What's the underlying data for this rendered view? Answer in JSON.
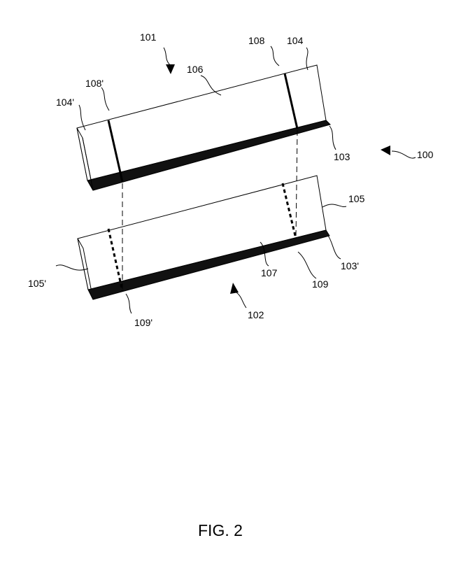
{
  "figure": {
    "caption": "FIG. 2",
    "labels": {
      "l100": "100",
      "l101": "101",
      "l102": "102",
      "l103": "103",
      "l103p": "103'",
      "l104": "104",
      "l104p": "104'",
      "l105": "105",
      "l105p": "105'",
      "l106": "106",
      "l107": "107",
      "l108": "108",
      "l108p": "108'",
      "l109": "109",
      "l109p": "109'"
    }
  }
}
